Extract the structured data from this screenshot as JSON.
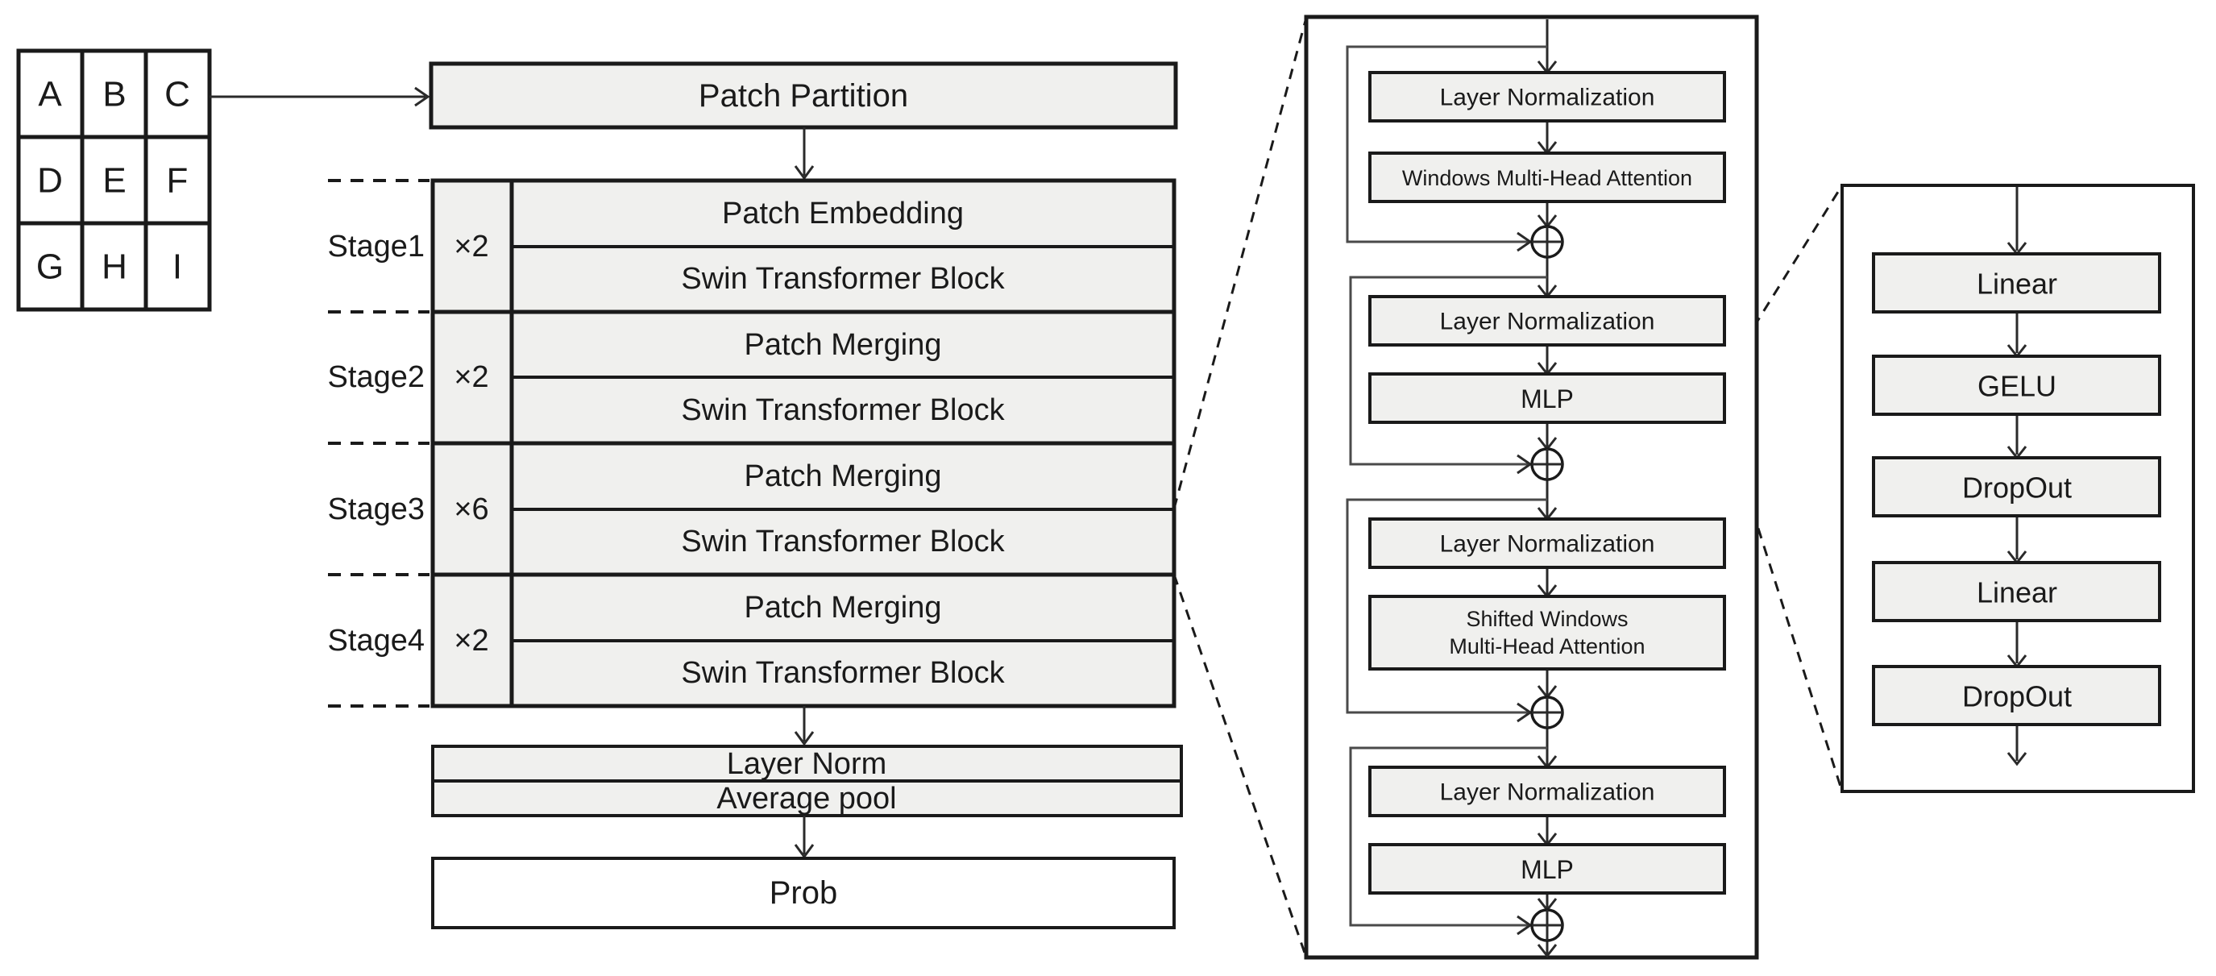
{
  "input_grid": {
    "cells": [
      "A",
      "B",
      "C",
      "D",
      "E",
      "F",
      "G",
      "H",
      "I"
    ]
  },
  "backbone": {
    "patch_partition_label": "Patch Partition",
    "stages": [
      {
        "label": "Stage1",
        "multiplier": "×2",
        "row1": "Patch Embedding",
        "row2": "Swin Transformer Block"
      },
      {
        "label": "Stage2",
        "multiplier": "×2",
        "row1": "Patch Merging",
        "row2": "Swin Transformer Block"
      },
      {
        "label": "Stage3",
        "multiplier": "×6",
        "row1": "Patch Merging",
        "row2": "Swin Transformer Block"
      },
      {
        "label": "Stage4",
        "multiplier": "×2",
        "row1": "Patch Merging",
        "row2": "Swin Transformer Block"
      }
    ],
    "layer_norm_label": "Layer Norm",
    "average_pool_label": "Average pool",
    "prob_label": "Prob"
  },
  "swin_block_detail": {
    "ln1": "Layer Normalization",
    "wmsa": "Windows Multi-Head Attention",
    "ln2": "Layer Normalization",
    "mlp1": "MLP",
    "ln3": "Layer Normalization",
    "swmsa_line1": "Shifted Windows",
    "swmsa_line2": "Multi-Head Attention",
    "ln4": "Layer Normalization",
    "mlp2": "MLP"
  },
  "mlp_detail": {
    "linear1": "Linear",
    "gelu": "GELU",
    "dropout1": "DropOut",
    "linear2": "Linear",
    "dropout2": "DropOut"
  },
  "colors": {
    "background": "#ffffff",
    "box_fill": "#f0f0ee",
    "box_border": "#1a1a1a",
    "flow_line": "#2a2a2a",
    "skip_line": "#4a4a4a",
    "text": "#1a1a1a"
  }
}
